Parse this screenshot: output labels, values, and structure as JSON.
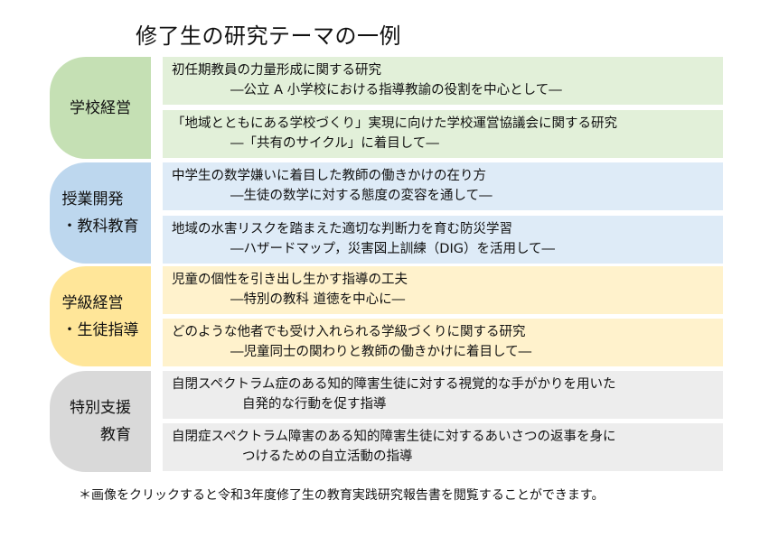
{
  "title": "修了生の研究テーマの一例",
  "colors": {
    "green_dark": "#c5e0b4",
    "green_light": "#e2f0d9",
    "blue_dark": "#bdd7ee",
    "blue_light": "#deebf7",
    "yellow_dark": "#ffe699",
    "yellow_light": "#fff2cc",
    "gray_dark": "#d9d9d9",
    "gray_light": "#ededed"
  },
  "groups": [
    {
      "category_lines": [
        "学校経営"
      ],
      "entries": [
        {
          "main": "初任期教員の力量形成に関する研究",
          "sub": "―公立 A 小学校における指導教諭の役割を中心として―"
        },
        {
          "main": "「地域とともにある学校づくり」実現に向けた学校運営協議会に関する研究",
          "sub": "―「共有のサイクル」に着目して―"
        }
      ]
    },
    {
      "category_lines": [
        "授業開発",
        "・教科教育"
      ],
      "entries": [
        {
          "main": "中学生の数学嫌いに着目した教師の働きかけの在り方",
          "sub": "―生徒の数学に対する態度の変容を通して―"
        },
        {
          "main": "地域の水害リスクを踏まえた適切な判断力を育む防災学習",
          "sub": "―ハザードマップ，災害図上訓練（DIG）を活用して―"
        }
      ]
    },
    {
      "category_lines": [
        "学級経営",
        "・生徒指導"
      ],
      "entries": [
        {
          "main": "児童の個性を引き出し生かす指導の工夫",
          "sub": "―特別の教科 道徳を中心に―"
        },
        {
          "main": "どのような他者でも受け入れられる学級づくりに関する研究",
          "sub": "―児童同士の関わりと教師の働きかけに着目して―"
        }
      ]
    },
    {
      "category_lines": [
        "特別支援",
        "教育"
      ],
      "entries": [
        {
          "main": "自閉スペクトラム症のある知的障害生徒に対する視覚的な手がかりを用いた",
          "sub": "自発的な行動を促す指導"
        },
        {
          "main": "自閉症スペクトラム障害のある知的障害生徒に対するあいさつの返事を身に",
          "sub": "つけるための自立活動の指導"
        }
      ]
    }
  ],
  "footnote": "＊画像をクリックすると令和3年度修了生の教育実践研究報告書を閲覧することができます。"
}
